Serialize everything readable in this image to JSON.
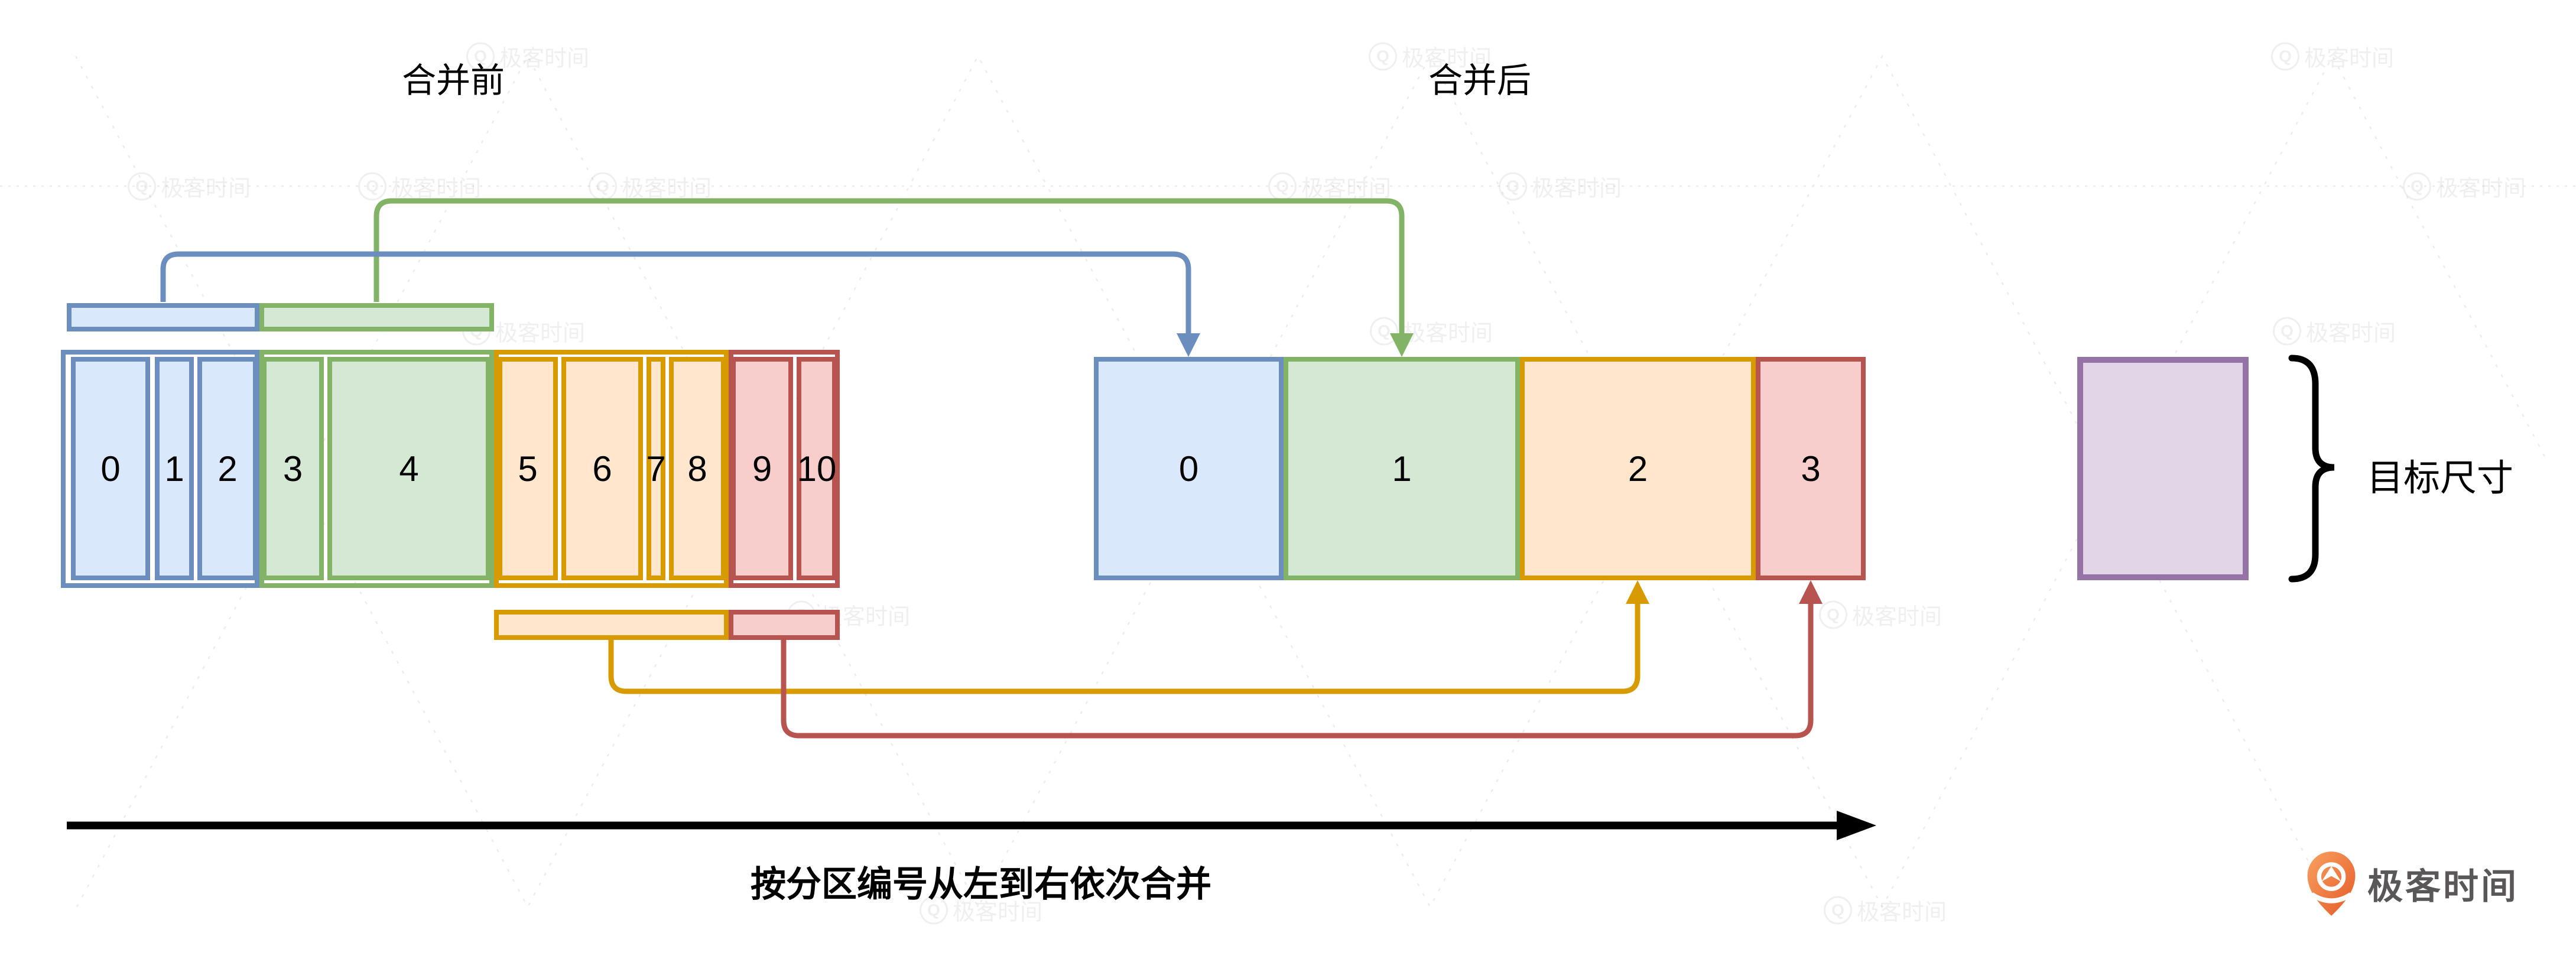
{
  "labels": {
    "before": "合并前",
    "after": "合并后",
    "target_size": "目标尺寸",
    "caption": "按分区编号从左到右依次合并"
  },
  "before": {
    "partitions": [
      {
        "label": "0",
        "group": "blue"
      },
      {
        "label": "1",
        "group": "blue"
      },
      {
        "label": "2",
        "group": "blue"
      },
      {
        "label": "3",
        "group": "green"
      },
      {
        "label": "4",
        "group": "green"
      },
      {
        "label": "5",
        "group": "orange"
      },
      {
        "label": "6",
        "group": "orange"
      },
      {
        "label": "7",
        "group": "orange"
      },
      {
        "label": "8",
        "group": "orange"
      },
      {
        "label": "9",
        "group": "red"
      },
      {
        "label": "10",
        "group": "red"
      }
    ]
  },
  "after": {
    "partitions": [
      {
        "label": "0",
        "group": "blue",
        "merged_from": [
          "0",
          "1",
          "2"
        ]
      },
      {
        "label": "1",
        "group": "green",
        "merged_from": [
          "3",
          "4"
        ]
      },
      {
        "label": "2",
        "group": "orange",
        "merged_from": [
          "5",
          "6",
          "7",
          "8"
        ]
      },
      {
        "label": "3",
        "group": "red",
        "merged_from": [
          "9",
          "10"
        ]
      }
    ]
  },
  "target_box": {
    "group": "purple"
  },
  "colors": {
    "blue": {
      "fill": "#DAE8FC",
      "stroke": "#6C8EBF"
    },
    "green": {
      "fill": "#D5E8D4",
      "stroke": "#82B366"
    },
    "orange": {
      "fill": "#FFE6CC",
      "stroke": "#D79B00"
    },
    "red": {
      "fill": "#F8CECC",
      "stroke": "#B85450"
    },
    "purple": {
      "fill": "#E1D5E7",
      "stroke": "#9673A6"
    },
    "axis_arrow": "#000000"
  },
  "watermark": {
    "icon": "Q",
    "text": "极客时间"
  },
  "brand": {
    "name": "极客时间",
    "logo_orange": "#ED7142",
    "text_color": "#595757"
  }
}
